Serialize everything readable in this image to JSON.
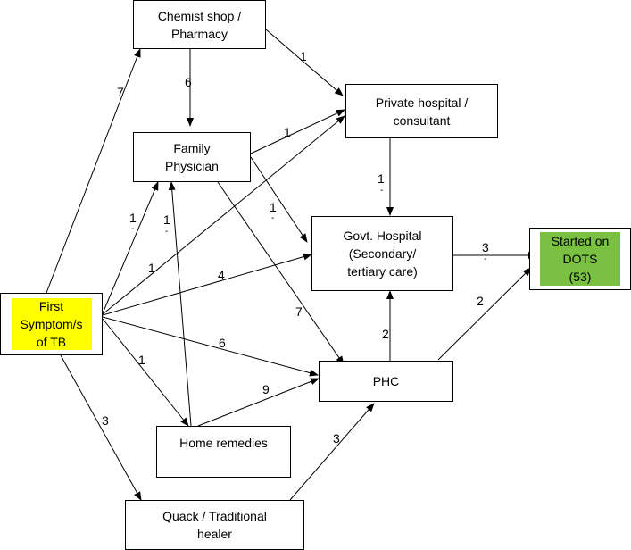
{
  "nodes": {
    "chemist": "Chemist shop /\nPharmacy",
    "private": "Private hospital /\nconsultant",
    "family": "Family\nPhysician",
    "govt": "Govt. Hospital\n(Secondary/\ntertiary care)",
    "dots": "Started on\nDOTS\n(53)",
    "first": "First\nSymptom/s\nof TB",
    "phc": "PHC",
    "home": "Home remedies",
    "quack": "Quack / Traditional\nhealer"
  },
  "colors": {
    "first_fill": "#ffff00",
    "dots_fill": "#7ac143",
    "stroke": "#000000"
  },
  "edges": {
    "first_chemist": "7",
    "chemist_family": "6",
    "chemist_private": "1",
    "family_private": "1",
    "private_govt": "1",
    "family_govt": "1",
    "first_family": "1",
    "home_family": "1",
    "first_private": "1",
    "first_govt": "4",
    "family_phc": "7",
    "first_phc": "6",
    "first_home": "1",
    "home_phc": "9",
    "first_quack": "3",
    "quack_phc": "3",
    "phc_govt": "2",
    "govt_dots": "3",
    "phc_dots": "2"
  }
}
